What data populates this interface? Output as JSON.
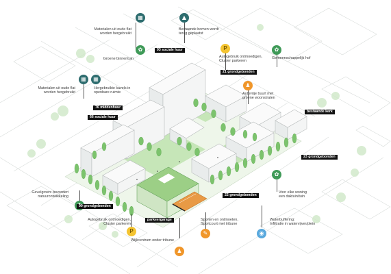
{
  "annotations": {
    "materialen_top": "Materialen uit oude flat\nworden hergebruikt",
    "bestaande_bomen": "Bestaande bomen wordt\nterug geplaatst",
    "groene_binnentuin": "Groene binnentuin",
    "materialen_left": "Materialen uit oude flat\nworden hergebruikt",
    "hergebruikte_kavels": "Hergebruikte kavels in\nopenbare ruimte",
    "autogebruik_top": "Autogebruik ontmoedigen,\nCluster parkeren",
    "gemeenschappelijk_hof": "Gemeenschappelijk hof",
    "autovrije_buurt": "Autovrije buurt met\ngroene woonstraten",
    "gevelgroen": "Gevelgroen: bevordert\nnatuurontwikkeling",
    "autogebruik_bottom": "Autogebruik ontmoedigen,\nCluster parkeren",
    "sporten": "Sporten en ontmoeten,\nSportcourt met tribune",
    "wijkcentrum": "Wijkcentrum onder tribune",
    "voor_elke_woning": "Voor elke woning\neen daktuin/tuin",
    "waterbuffering": "Waterbuffering:\nInfiltratie in watervijver/plein"
  },
  "tags": {
    "t93": "93 sociale huur",
    "t21": "21 grondgebonden",
    "t76": "76 middenhuur",
    "t66": "66 sociale huur",
    "bestaande_kerk": "bestaande kerk",
    "t23": "23 grondgebonden",
    "t90": "90 grondgebonden",
    "t22": "22 grondgebonden",
    "parkeergarage": "parkeergarage"
  },
  "icons": {
    "recycle_top": "recycle-building-icon",
    "tree_top": "tree-icon",
    "leaf_a": "leaf-icon",
    "recycle_left": "recycle-building-icon",
    "recycle_left2": "recycle-building-icon",
    "parking_top": "parking-icon",
    "people_top": "people-icon",
    "leaf_b": "leaf-icon",
    "leaf_c": "leaf-icon",
    "leaf_d": "leaf-icon",
    "parking_bottom": "parking-icon",
    "sport": "sport-icon",
    "people_bottom": "people-icon",
    "water": "water-drop-icon"
  },
  "colors": {
    "accent_green": "#3f9a58",
    "accent_teal": "#2e6d6f",
    "accent_orange": "#f0962a",
    "accent_yellow": "#f4c431",
    "accent_blue": "#5aa9dd",
    "tag_black": "#111111",
    "tree_green": "#7cc36d",
    "court_orange": "#e89a45"
  }
}
